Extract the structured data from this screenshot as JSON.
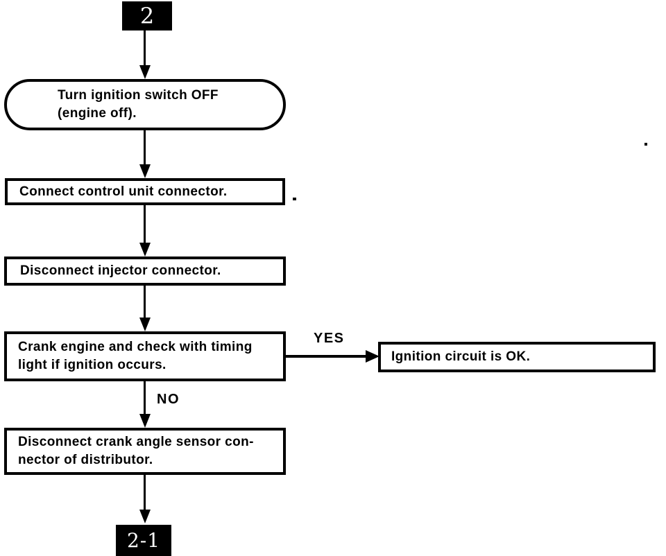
{
  "page": {
    "background": "#ffffff",
    "ink": "#000000",
    "type": "flowchart"
  },
  "flowchart": {
    "entry_connector": {
      "label": "2"
    },
    "exit_connector": {
      "label": "2-1"
    },
    "nodes": [
      {
        "id": "terminal-turn-ignition-off",
        "shape": "terminal",
        "lines": [
          "Turn ignition switch OFF",
          "(engine off)."
        ]
      },
      {
        "id": "process-connect-control-unit",
        "shape": "process",
        "lines": [
          "Connect control unit connector."
        ]
      },
      {
        "id": "process-disconnect-injector",
        "shape": "process",
        "lines": [
          "Disconnect injector connector."
        ]
      },
      {
        "id": "decision-crank-engine-check-timing",
        "shape": "process",
        "lines": [
          "Crank engine and check with timing",
          "light if ignition occurs."
        ]
      },
      {
        "id": "result-ignition-circuit-ok",
        "shape": "process",
        "lines": [
          "Ignition circuit is OK."
        ]
      },
      {
        "id": "process-disconnect-crank-angle-sensor",
        "shape": "process",
        "lines": [
          "Disconnect crank angle sensor con-",
          "nector of distributor."
        ]
      }
    ],
    "branch_labels": {
      "yes": "YES",
      "no": "NO"
    }
  }
}
